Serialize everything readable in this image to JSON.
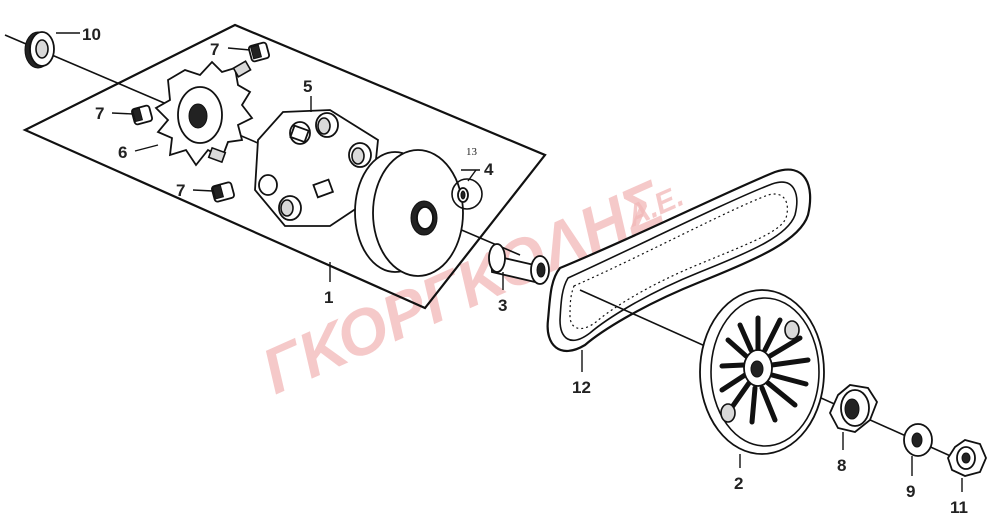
{
  "watermark": {
    "text": "ΓΚΟΡΓΚΟΛΗΣ",
    "suffix": "Α.Ε.",
    "color": "#f2b8b8"
  },
  "callouts": {
    "c1": "1",
    "c2": "2",
    "c3": "3",
    "c4": "4",
    "c5": "5",
    "c6": "6",
    "c7a": "7",
    "c7b": "7",
    "c7c": "7",
    "c8": "8",
    "c9": "9",
    "c10": "10",
    "c11": "11",
    "c12": "12",
    "c13": "13"
  }
}
